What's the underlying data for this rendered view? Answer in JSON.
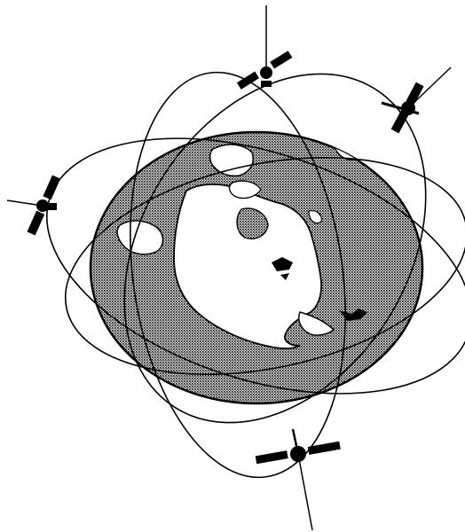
{
  "colors": {
    "background": "#ffffff",
    "ink": "#000000",
    "ocean_fill": "halftone-gray",
    "land_fill": "#ffffff"
  },
  "diagram": {
    "subject": "globe-with-orbiting-satellites",
    "elements": {
      "globe": "earth-globe-icon",
      "orbits": [
        "orbit-ring",
        "orbit-ring",
        "orbit-ring",
        "orbit-ring"
      ],
      "satellites": [
        "satellite-icon",
        "satellite-icon",
        "satellite-icon",
        "satellite-icon"
      ]
    }
  }
}
